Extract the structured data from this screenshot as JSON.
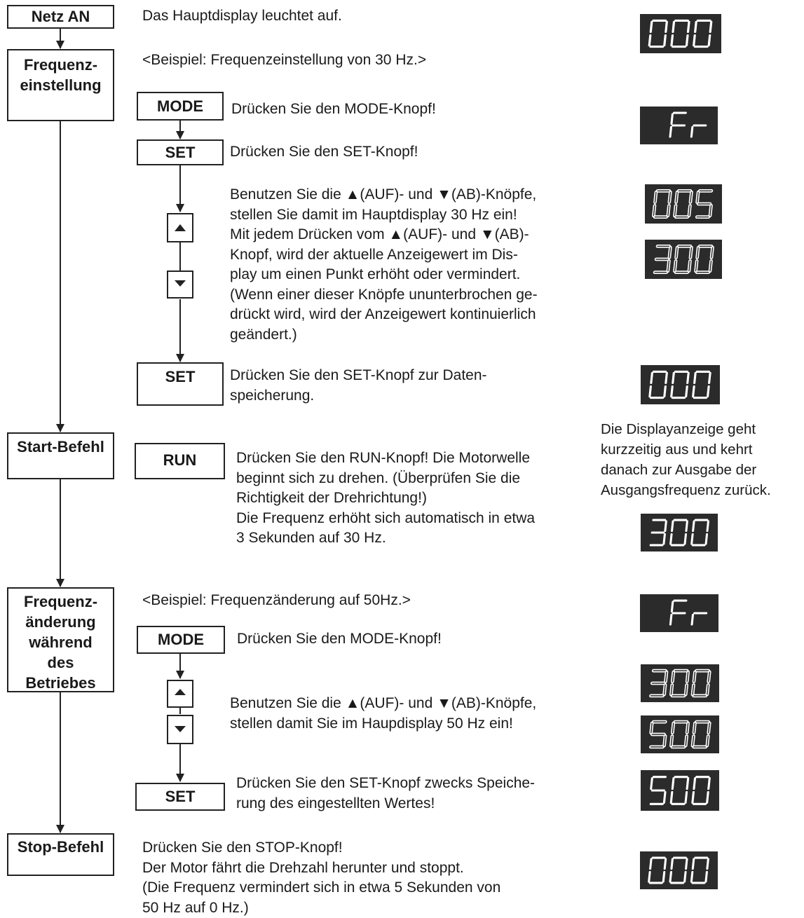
{
  "steps": {
    "power_on": "Netz AN",
    "freq_setting": "Frequenz-\neinstellung",
    "start": "Start-Befehl",
    "freq_change": "Frequenz-\nänderung\nwährend\ndes\nBetriebes",
    "stop": "Stop-Befehl"
  },
  "buttons": {
    "mode": "MODE",
    "set": "SET",
    "run": "RUN"
  },
  "texts": {
    "power_on_desc": "Das Hauptdisplay leuchtet auf.",
    "example_30": "<Beispiel: Frequenzeinstellung von 30 Hz.>",
    "press_mode": "Drücken Sie den MODE-Knopf!",
    "press_set": "Drücken Sie den SET-Knopf!",
    "updown_30": "Benutzen Sie die ▲(AUF)- und ▼(AB)-Knöpfe,\nstellen Sie damit im Hauptdisplay  30 Hz ein!\nMit jedem Drücken vom ▲(AUF)- und ▼(AB)-\nKnopf, wird der aktuelle Anzeigewert im Dis-\nplay um einen Punkt erhöht oder vermindert.\n(Wenn einer dieser Knöpfe ununterbrochen ge-\ndrückt wird, wird der Anzeigewert kontinuierlich\ngeändert.)",
    "press_set_store": "Drücken Sie den SET-Knopf zur Daten-\nspeicherung.",
    "display_note": "Die Displayanzeige geht\nkurzzeitig aus und kehrt\ndanach zur Ausgabe der\nAusgangsfrequenz zurück.",
    "press_run": "Drücken Sie den RUN-Knopf!  Die Motorwelle\nbeginnt sich zu drehen.  (Überprüfen Sie die\nRichtigkeit der Drehrichtung!)\nDie Frequenz erhöht sich automatisch in etwa\n3 Sekunden auf 30 Hz.",
    "example_50": "<Beispiel: Frequenzänderung auf 50Hz.>",
    "press_mode_2": "Drücken Sie den MODE-Knopf!",
    "updown_50": "Benutzen Sie die ▲(AUF)- und ▼(AB)-Knöpfe,\nstellen damit Sie im Haupdisplay 50 Hz ein!",
    "press_set_save": "Drücken Sie den SET-Knopf zwecks Speiche-\nrung des eingestellten Wertes!",
    "press_stop": "Drücken Sie den STOP-Knopf!\nDer Motor fährt die Drehzahl herunter und stoppt.\n(Die Frequenz vermindert sich in etwa 5 Sekunden von\n 50 Hz auf 0 Hz.)"
  },
  "displays": [
    {
      "id": "d1",
      "value": "000",
      "style": "solid"
    },
    {
      "id": "d2",
      "value": "Fr",
      "style": "solid"
    },
    {
      "id": "d3",
      "value": "005",
      "style": "outline"
    },
    {
      "id": "d4",
      "value": "300",
      "style": "outline"
    },
    {
      "id": "d5",
      "value": "000",
      "style": "solid"
    },
    {
      "id": "d6",
      "value": "300",
      "style": "solid"
    },
    {
      "id": "d7",
      "value": "Fr",
      "style": "solid"
    },
    {
      "id": "d8",
      "value": "300",
      "style": "outline"
    },
    {
      "id": "d9",
      "value": "500",
      "style": "outline"
    },
    {
      "id": "d10",
      "value": "500",
      "style": "solid"
    },
    {
      "id": "d11",
      "value": "000",
      "style": "solid"
    }
  ],
  "colors": {
    "display_bg": "#2b2b2b",
    "segment": "#ffffff",
    "line": "#222222"
  }
}
